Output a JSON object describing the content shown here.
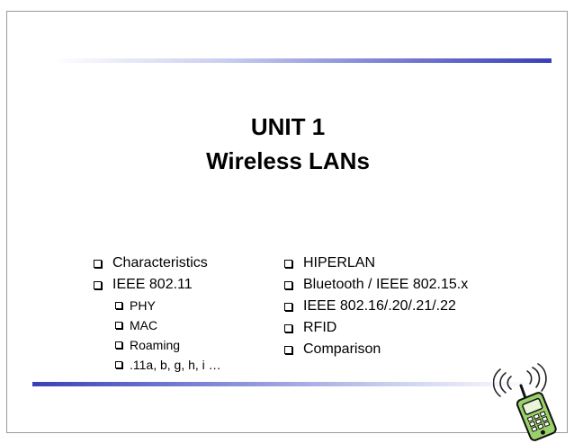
{
  "slide": {
    "title_line1": "UNIT 1",
    "title_line2": "Wireless LANs",
    "left_items": [
      {
        "label": "Characteristics",
        "level": 1
      },
      {
        "label": "IEEE 802.11",
        "level": 1
      },
      {
        "label": "PHY",
        "level": 2
      },
      {
        "label": "MAC",
        "level": 2
      },
      {
        "label": "Roaming",
        "level": 2
      },
      {
        "label": ".11a, b, g, h, i …",
        "level": 2
      }
    ],
    "right_items": [
      {
        "label": "HIPERLAN",
        "level": 1
      },
      {
        "label": "Bluetooth / IEEE 802.15.x",
        "level": 1
      },
      {
        "label": "IEEE 802.16/.20/.21/.22",
        "level": 1
      },
      {
        "label": "RFID",
        "level": 1
      },
      {
        "label": "Comparison",
        "level": 1
      }
    ],
    "clipart_icon": "cellphone-clipart-icon",
    "accent_color": "#3a3fb8"
  }
}
